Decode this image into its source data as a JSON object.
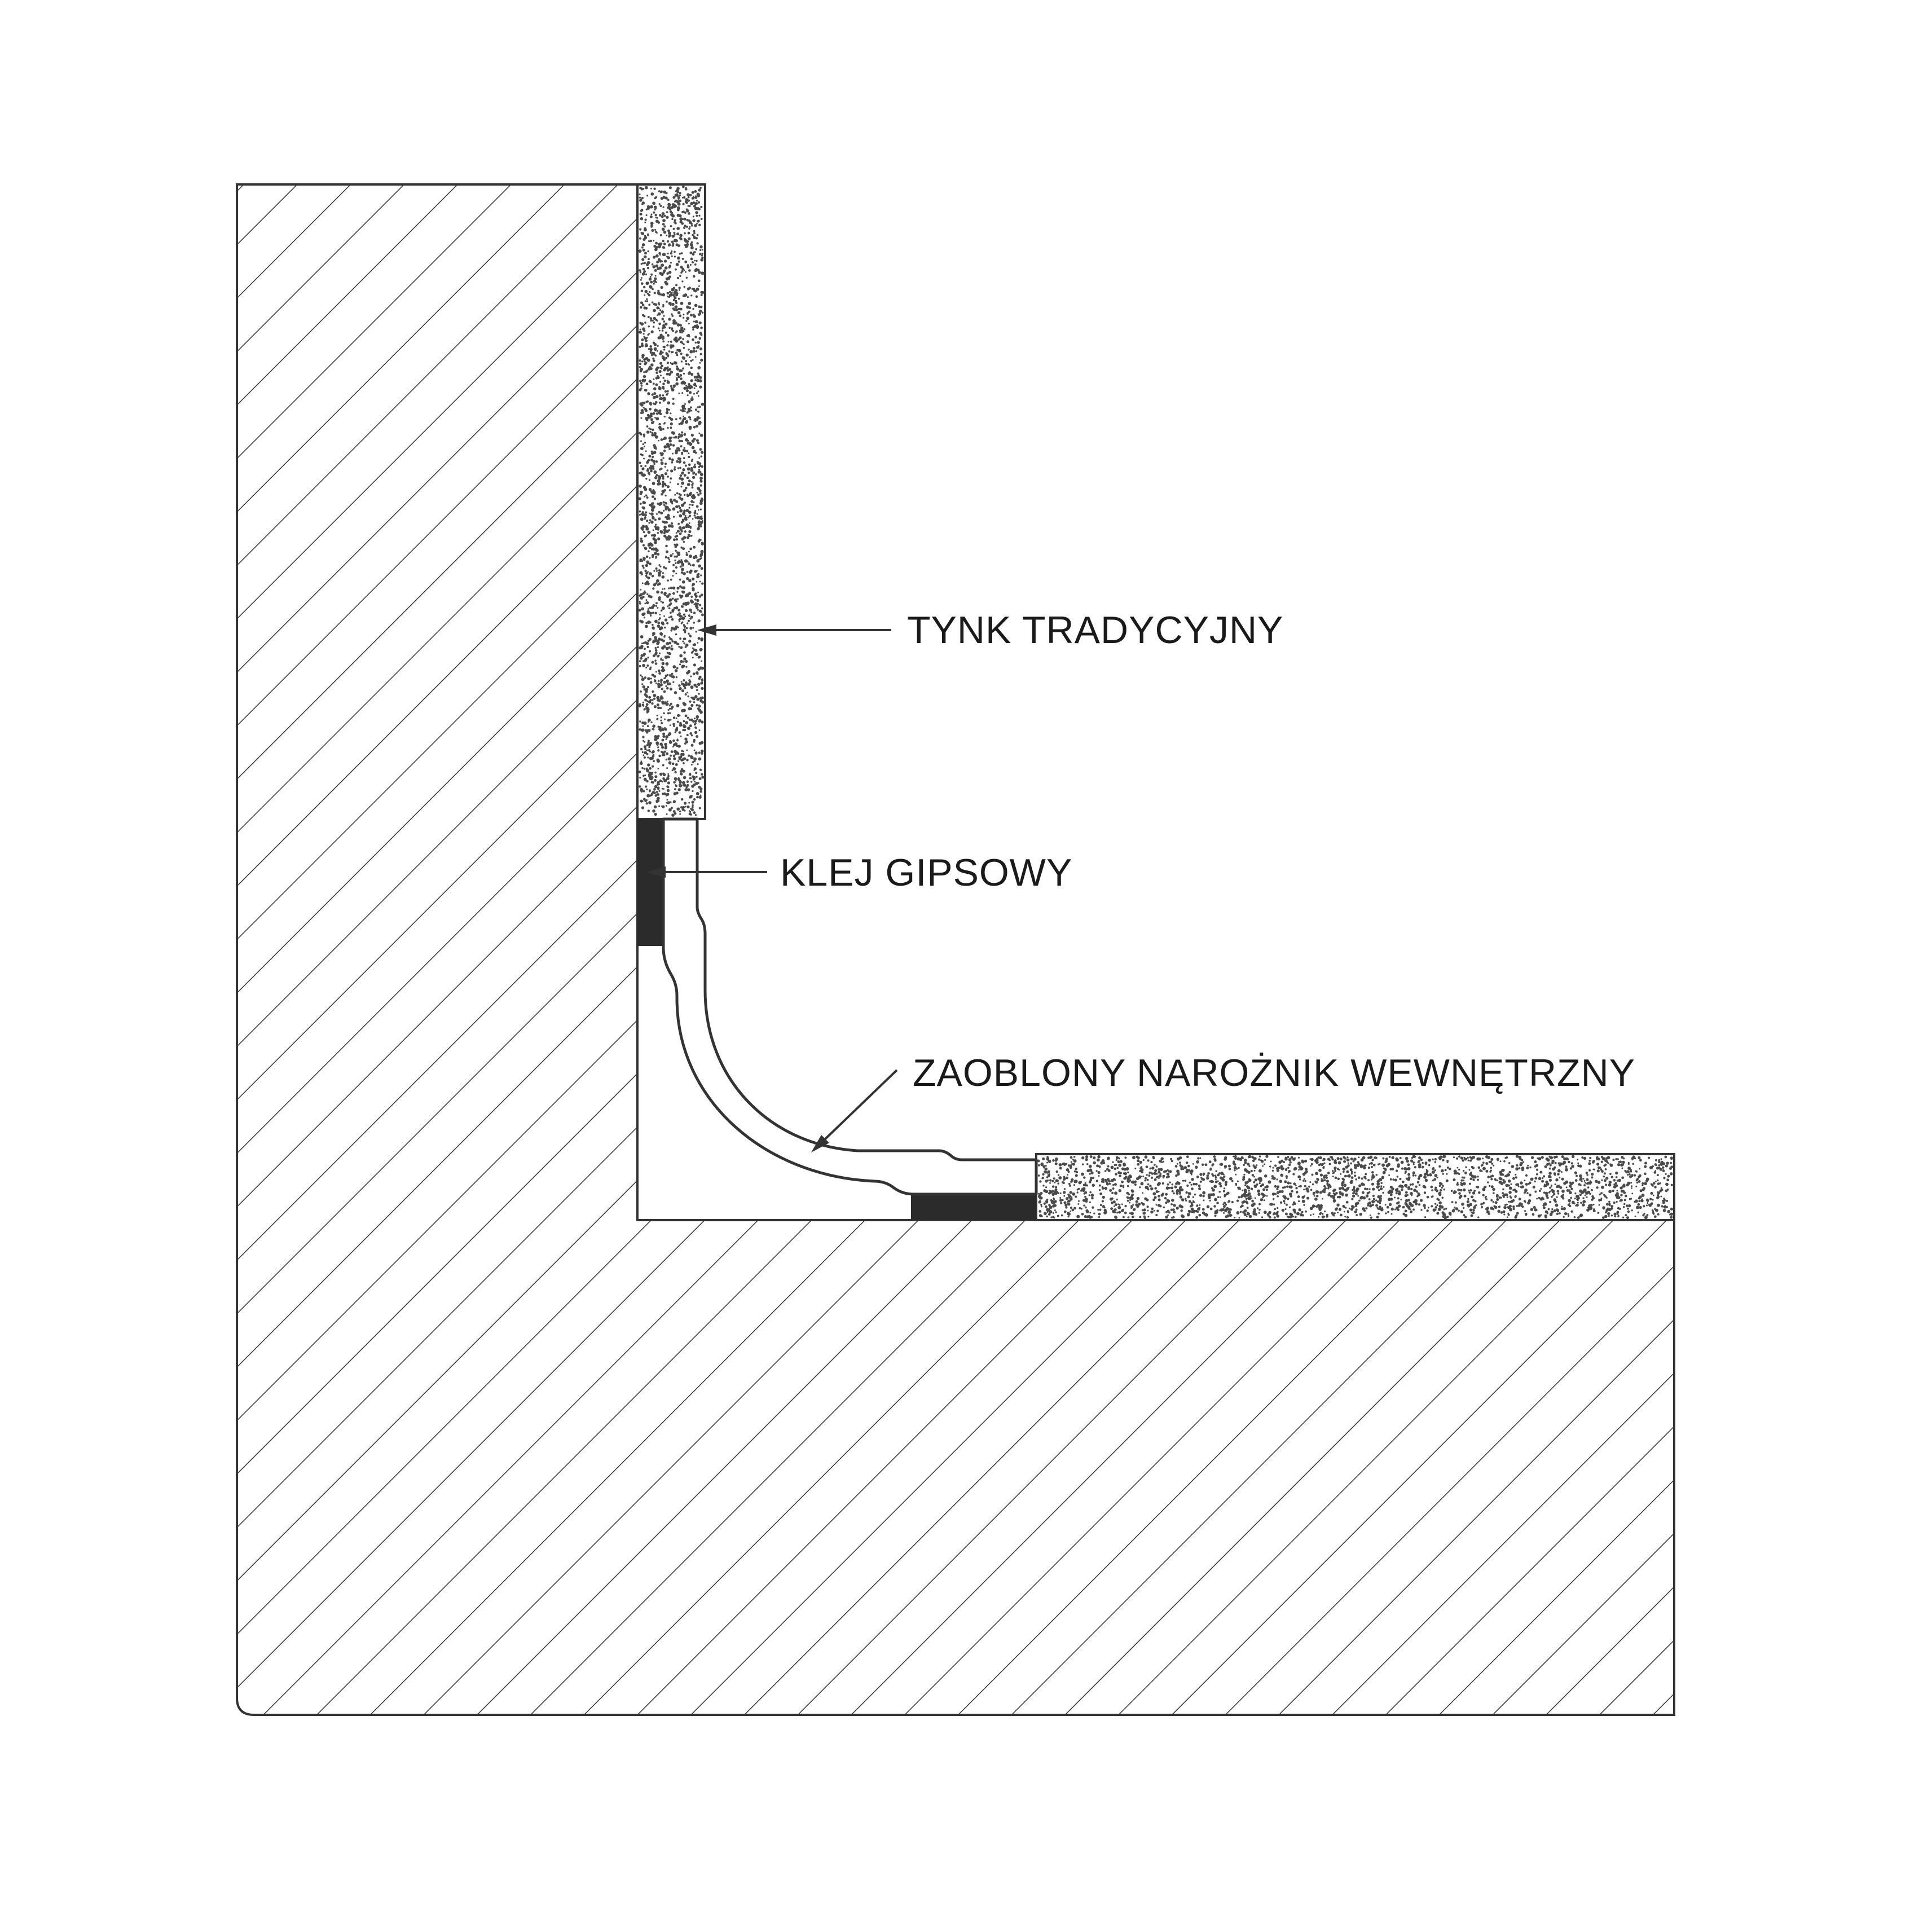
{
  "labels": {
    "plaster": "TYNK TRADYCYJNY",
    "adhesive": "KLEJ GIPSOWY",
    "corner": "ZAOBLONY NAROŻNIK WEWNĘTRZNY"
  },
  "colors": {
    "line": "#333333",
    "adhesive": "#2b2b2b",
    "background": "#ffffff",
    "plaster_dots": "#4a4a4a"
  }
}
